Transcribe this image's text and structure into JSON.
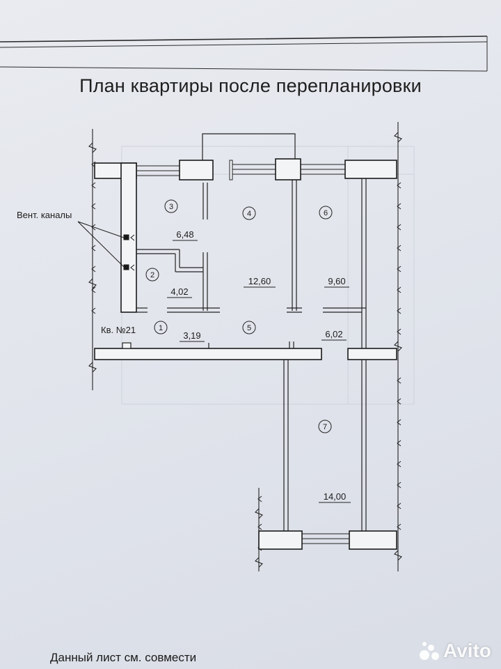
{
  "title": "План квартиры после перепланировки",
  "apartment_label": "Кв. №21",
  "vent_label": "Вент. каналы",
  "rooms": [
    {
      "number": "1",
      "area": "3,19"
    },
    {
      "number": "2",
      "area": "4,02"
    },
    {
      "number": "3",
      "area": "6,48"
    },
    {
      "number": "4",
      "area": "12,60"
    },
    {
      "number": "5",
      "area": "6,02"
    },
    {
      "number": "6",
      "area": "9,60"
    },
    {
      "number": "7",
      "area": "14,00"
    }
  ],
  "bottom_text": "Данный лист см. совмести",
  "watermark": "Avito"
}
